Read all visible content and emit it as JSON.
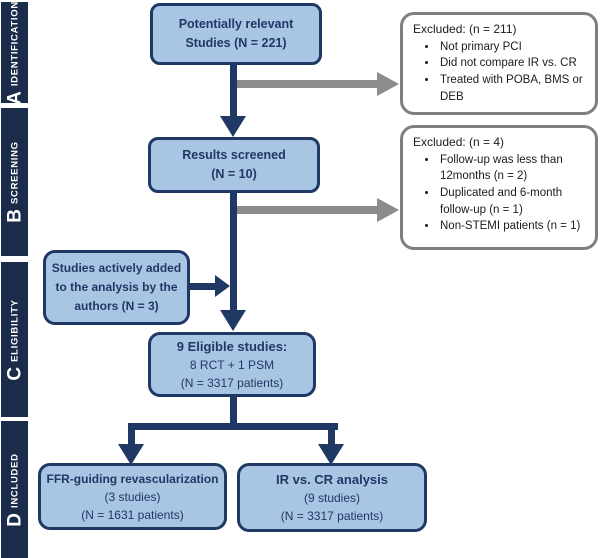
{
  "diagram_title": "Study selection flow diagram",
  "colors": {
    "sidebar_bg": "#1b2b4a",
    "box_fill": "#a9c5e4",
    "box_border": "#1f3864",
    "navy_arrow": "#1f3864",
    "gray_arrow": "#8c8c8c",
    "excl_border": "#7f7f7f",
    "text_navy": "#1f3864"
  },
  "sidebar": {
    "sections": [
      {
        "letter": "A",
        "label": "IDENTIFICATION"
      },
      {
        "letter": "B",
        "label": "SCREENING"
      },
      {
        "letter": "C",
        "label": "ELIGIBILITY"
      },
      {
        "letter": "D",
        "label": "INCLUDED"
      }
    ]
  },
  "flow_boxes": {
    "potentially_relevant": {
      "line1": "Potentially relevant",
      "line2": "Studies (N = 221)"
    },
    "results_screened": {
      "line1": "Results screened",
      "line2": "(N = 10)"
    },
    "studies_added": {
      "line1": "Studies actively added",
      "line2": "to the analysis by the",
      "line3": "authors (N = 3)"
    },
    "eligible": {
      "title": "9 Eligible studies:",
      "line2": "8 RCT + 1 PSM",
      "line3": "(N = 3317 patients)"
    },
    "ffr": {
      "title": "FFR-guiding revascularization",
      "line2": "(3 studies)",
      "line3": "(N = 1631 patients)"
    },
    "ir_cr": {
      "title": "IR vs. CR analysis",
      "line2": "(9 studies)",
      "line3": "(N = 3317 patients)"
    }
  },
  "exclusion_boxes": {
    "first": {
      "title": "Excluded: (n = 211)",
      "bullets": [
        "Not primary PCI",
        "Did not compare IR vs. CR",
        "Treated with POBA, BMS or DEB"
      ]
    },
    "second": {
      "title": "Excluded: (n = 4)",
      "bullets": [
        "Follow-up was less than 12months (n = 2)",
        "Duplicated and 6-month follow-up (n = 1)",
        "Non-STEMI patients (n = 1)"
      ]
    }
  }
}
